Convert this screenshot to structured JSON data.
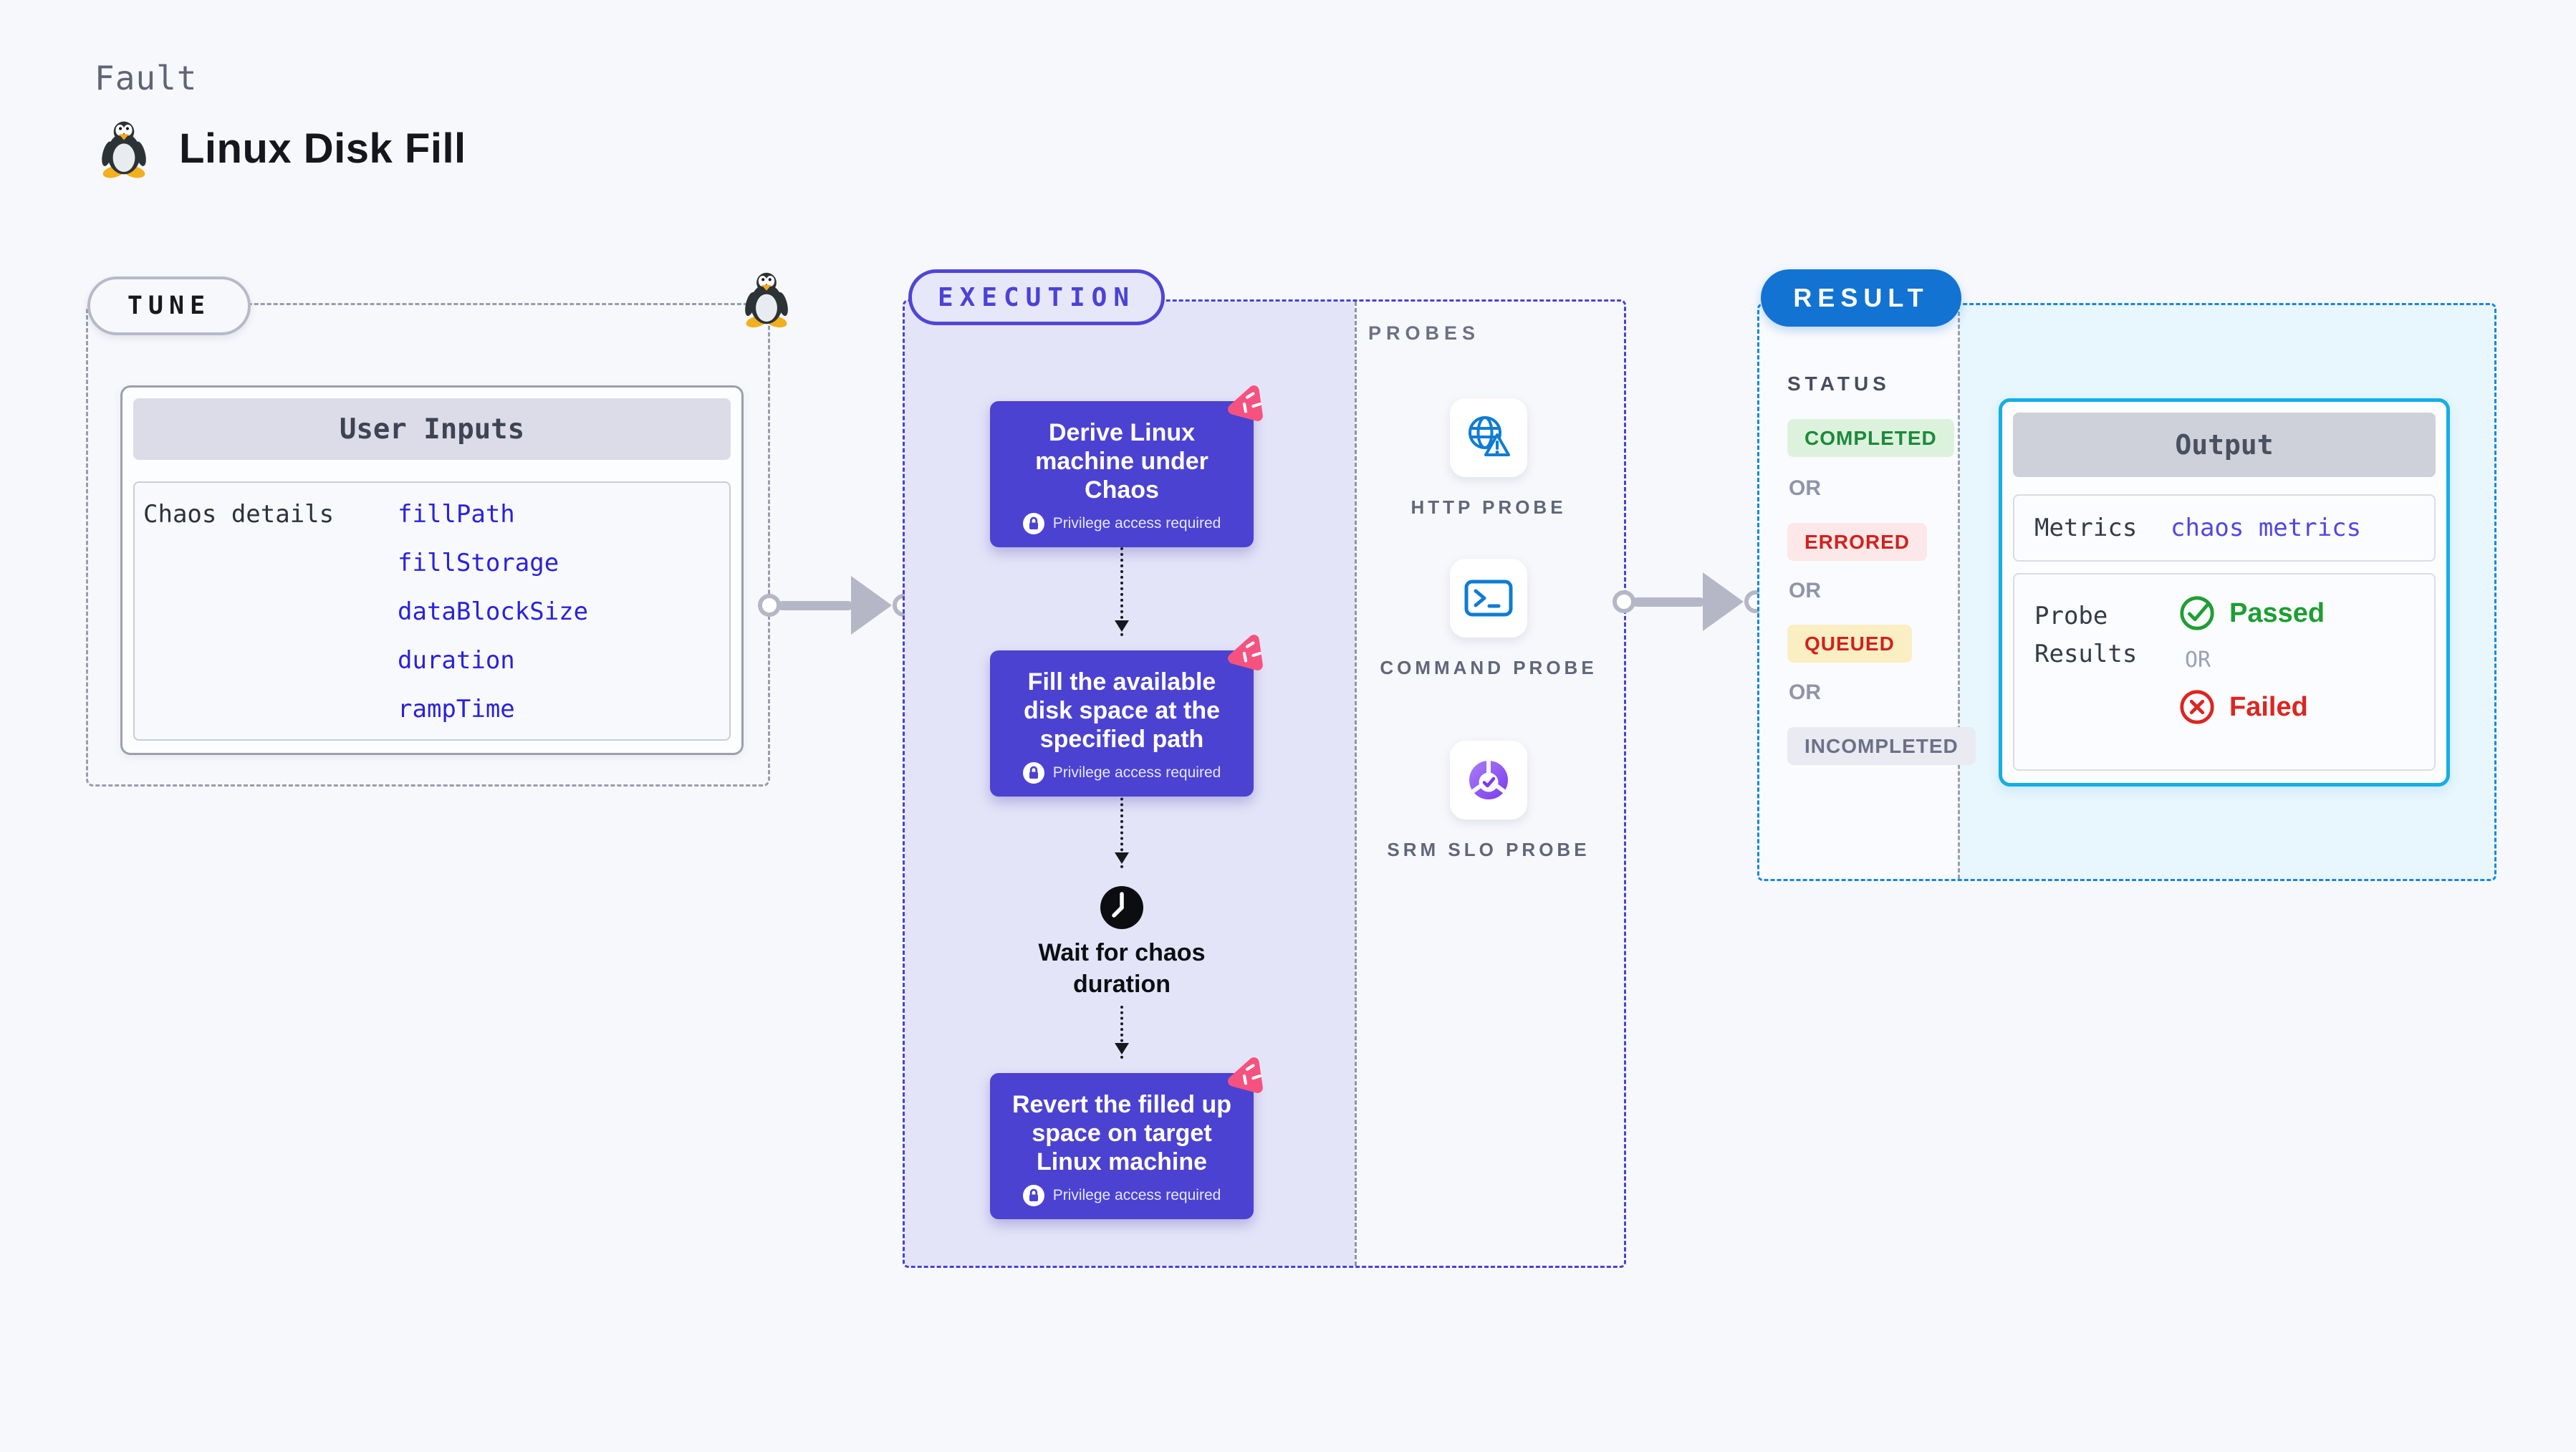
{
  "header": {
    "eyebrow": "Fault",
    "title": "Linux Disk Fill",
    "icon": "tux-penguin-icon"
  },
  "tune": {
    "label": "TUNE",
    "corner_icon": "tux-penguin-icon",
    "card": {
      "header": "User Inputs",
      "row_label": "Chaos details",
      "params": [
        "fillPath",
        "fillStorage",
        "dataBlockSize",
        "duration",
        "rampTime"
      ]
    }
  },
  "execution": {
    "label": "EXECUTION",
    "steps": [
      {
        "title": "Derive Linux machine under Chaos",
        "badge": "Privilege access required",
        "icon": "litmus-chaos-icon",
        "lock_icon": "lock-icon"
      },
      {
        "title": "Fill the available disk space at the specified path",
        "badge": "Privilege access required",
        "icon": "litmus-chaos-icon",
        "lock_icon": "lock-icon"
      },
      {
        "title": "Revert the filled up space on target Linux machine",
        "badge": "Privilege access required",
        "icon": "litmus-chaos-icon",
        "lock_icon": "lock-icon"
      }
    ],
    "wait_label": "Wait for chaos duration",
    "wait_icon": "clock-icon",
    "probes": {
      "label": "PROBES",
      "items": [
        {
          "name": "HTTP PROBE",
          "icon": "http-probe-icon"
        },
        {
          "name": "COMMAND PROBE",
          "icon": "command-probe-icon"
        },
        {
          "name": "SRM SLO PROBE",
          "icon": "srm-slo-probe-icon"
        }
      ]
    }
  },
  "result": {
    "label": "RESULT",
    "status": {
      "heading": "STATUS",
      "separator": "OR",
      "badges": [
        {
          "text": "COMPLETED",
          "color": "#1c8a3c",
          "bg": "#ddf2dc"
        },
        {
          "text": "ERRORED",
          "color": "#d0221d",
          "bg": "#fce8e8"
        },
        {
          "text": "QUEUED",
          "color": "#d0221d",
          "bg": "#faeec3"
        },
        {
          "text": "INCOMPLETED",
          "color": "#6b7187",
          "bg": "#e9eaf2"
        }
      ]
    },
    "output": {
      "header": "Output",
      "metrics_label": "Metrics",
      "metrics_value": "chaos metrics",
      "probe_results_label": "Probe Results",
      "passed_label": "Passed",
      "passed_icon": "check-circle-icon",
      "separator": "OR",
      "failed_label": "Failed",
      "failed_icon": "x-circle-icon"
    }
  },
  "colors": {
    "page_bg": "#f7f8fc",
    "step_indigo": "#4b42d2",
    "execution_border": "#4a41d3",
    "execution_bg": "#e4e4f8",
    "litmus_pink": "#f6527f",
    "result_pill_blue": "#1273d2",
    "result_border": "#1489dc",
    "result_bg": "#e8f6fd",
    "output_border": "#14aee4",
    "param_link": "#2a22d9",
    "metrics_link": "#5246e0",
    "passed_green": "#1e9e33",
    "failed_red": "#dc2620",
    "arrow_gray": "#b5b7c6",
    "probe_icon_blue": "#0f7cd4",
    "srm_purple": "#7a3bed"
  }
}
